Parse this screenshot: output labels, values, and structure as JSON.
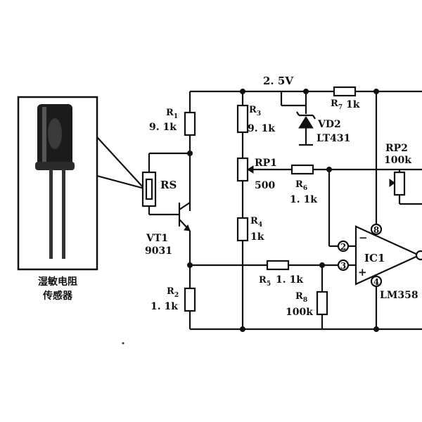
{
  "supply": {
    "label": "2. 5V"
  },
  "sensor": {
    "caption_line1": "湿敏电阻",
    "caption_line2": "传感器"
  },
  "components": {
    "rs": "RS",
    "r1": {
      "name": "R",
      "sub": "1",
      "value": "9. 1k"
    },
    "r2": {
      "name": "R",
      "sub": "2",
      "value": "1. 1k"
    },
    "r3": {
      "name": "R",
      "sub": "3",
      "value": "9. 1k"
    },
    "r4": {
      "name": "R",
      "sub": "4",
      "value": "1k"
    },
    "r5": {
      "name": "R",
      "sub": "5",
      "value": "1. 1k"
    },
    "r6": {
      "name": "R",
      "sub": "6",
      "value": "1. 1k"
    },
    "r7": {
      "name": "R",
      "sub": "7",
      "value": "1k"
    },
    "r8": {
      "name": "R",
      "sub": "8",
      "value": "100k"
    },
    "rp1": {
      "name": "RP1",
      "value": "500"
    },
    "rp2": {
      "name": "RP2",
      "value": "100k"
    },
    "vd2": {
      "name": "VD2",
      "part": "LT431"
    },
    "vt1": {
      "name": "VT1",
      "part": "9031"
    },
    "ic1": {
      "name": "IC1",
      "part": "LM358"
    }
  },
  "pins": {
    "p2": "2",
    "p3": "3",
    "p4": "4",
    "p8": "8",
    "minus": "−",
    "plus": "+"
  }
}
